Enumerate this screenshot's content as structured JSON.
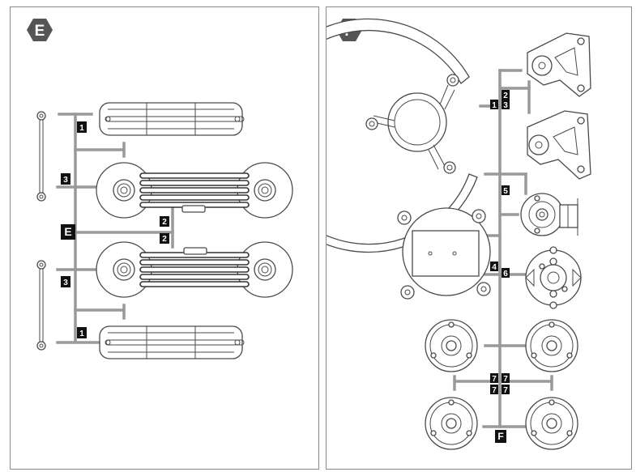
{
  "panels": [
    {
      "id": "E",
      "badge": "E",
      "labels": {
        "n1_top": "1",
        "n3_top": "3",
        "center": "E",
        "n2_a": "2",
        "n2_b": "2",
        "n3_bottom": "3",
        "n1_bottom": "1"
      }
    },
    {
      "id": "F",
      "badge": "F",
      "labels": {
        "n1": "1",
        "n3": "3",
        "n2": "2",
        "n5": "5",
        "n4": "4",
        "n6": "6",
        "n7a": "7",
        "n7b": "7",
        "n7c": "7",
        "n7d": "7",
        "bottom": "F"
      }
    }
  ],
  "colors": {
    "badge": "#555555",
    "sprue": "#999999",
    "tag": "#111111",
    "outline": "#4a4a4a"
  }
}
